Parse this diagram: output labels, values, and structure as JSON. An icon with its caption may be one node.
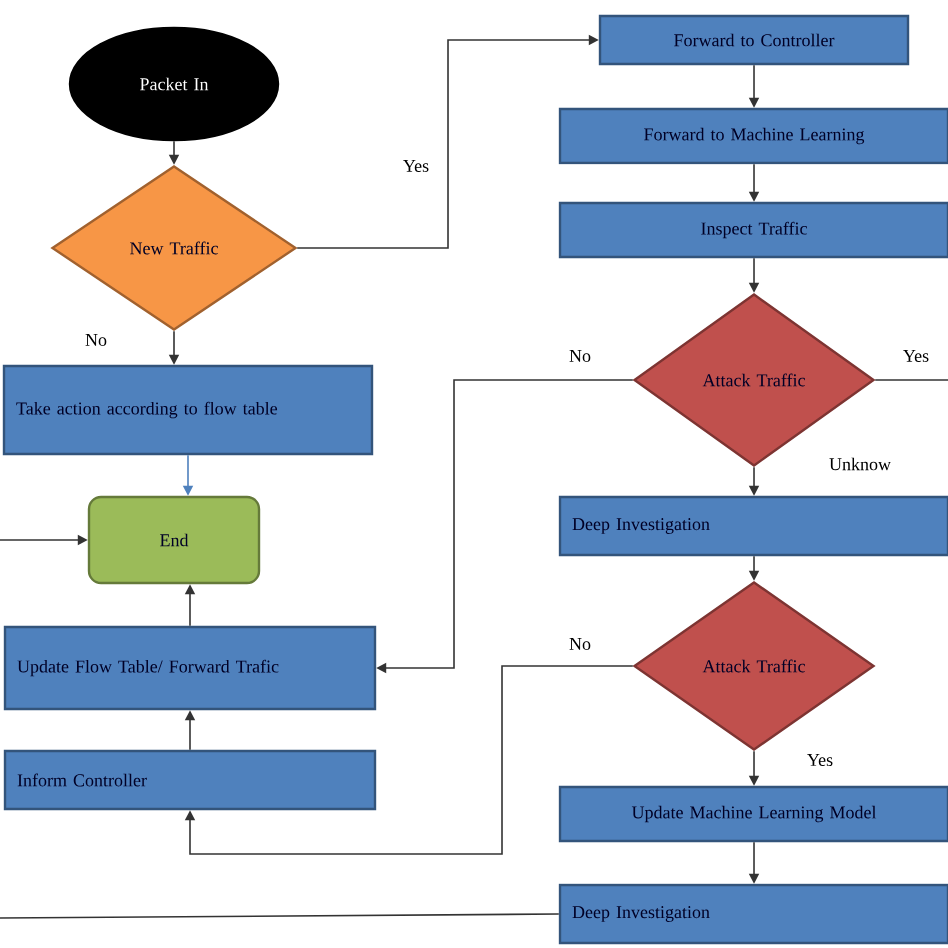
{
  "diagram": {
    "nodes": [
      {
        "text": [
          "Packet In"
        ]
      },
      {
        "text": [
          "New Traffic"
        ]
      },
      {
        "text": [
          "Forward to Controller"
        ]
      },
      {
        "text": [
          "Forward to Machine Learning"
        ]
      },
      {
        "text": [
          "Inspect Traffic"
        ]
      },
      {
        "text": [
          "Take action according to flow table"
        ]
      },
      {
        "text": [
          "Attack Traffic"
        ]
      },
      {
        "text": [
          "End"
        ]
      },
      {
        "text": [
          "Deep Investigation"
        ]
      },
      {
        "text": [
          "Update Flow Table/ Forward Trafic"
        ]
      },
      {
        "text": [
          "Attack Traffic"
        ]
      },
      {
        "text": [
          "Inform Controller"
        ]
      },
      {
        "text": [
          "Update Machine Learning Model"
        ]
      },
      {
        "text": [
          "Deep Investigation"
        ]
      }
    ],
    "edges": [
      {
        "from": 0,
        "to": 1,
        "arrow": "to"
      },
      {
        "from": 1,
        "to": 2,
        "arrow": "to",
        "label": "Yes"
      },
      {
        "from": 1,
        "to": 5,
        "arrow": "to",
        "label": "No"
      },
      {
        "from": 2,
        "to": 3,
        "arrow": "to"
      },
      {
        "from": 3,
        "to": 4,
        "arrow": "to"
      },
      {
        "from": 4,
        "to": 6,
        "arrow": "to"
      },
      {
        "from": 6,
        "to": 9,
        "arrow": "to",
        "label": "No"
      },
      {
        "from": 6,
        "to": null,
        "arrow": "none",
        "label": "Yes"
      },
      {
        "from": 6,
        "to": 8,
        "arrow": "to",
        "label": "Unknow"
      },
      {
        "from": 5,
        "to": 7,
        "arrow": "to",
        "color": "#4f81bd"
      },
      {
        "from": null,
        "to": 7,
        "arrow": "to"
      },
      {
        "from": 9,
        "to": 7,
        "arrow": "to"
      },
      {
        "from": 11,
        "to": 9,
        "arrow": "to"
      },
      {
        "from": 8,
        "to": 10,
        "arrow": "to"
      },
      {
        "from": 10,
        "to": 11,
        "arrow": "to",
        "label": "No"
      },
      {
        "from": 10,
        "to": 12,
        "arrow": "to",
        "label": "Yes"
      },
      {
        "from": 12,
        "to": 13,
        "arrow": "to"
      },
      {
        "from": 13,
        "to": null,
        "arrow": "none"
      }
    ]
  }
}
